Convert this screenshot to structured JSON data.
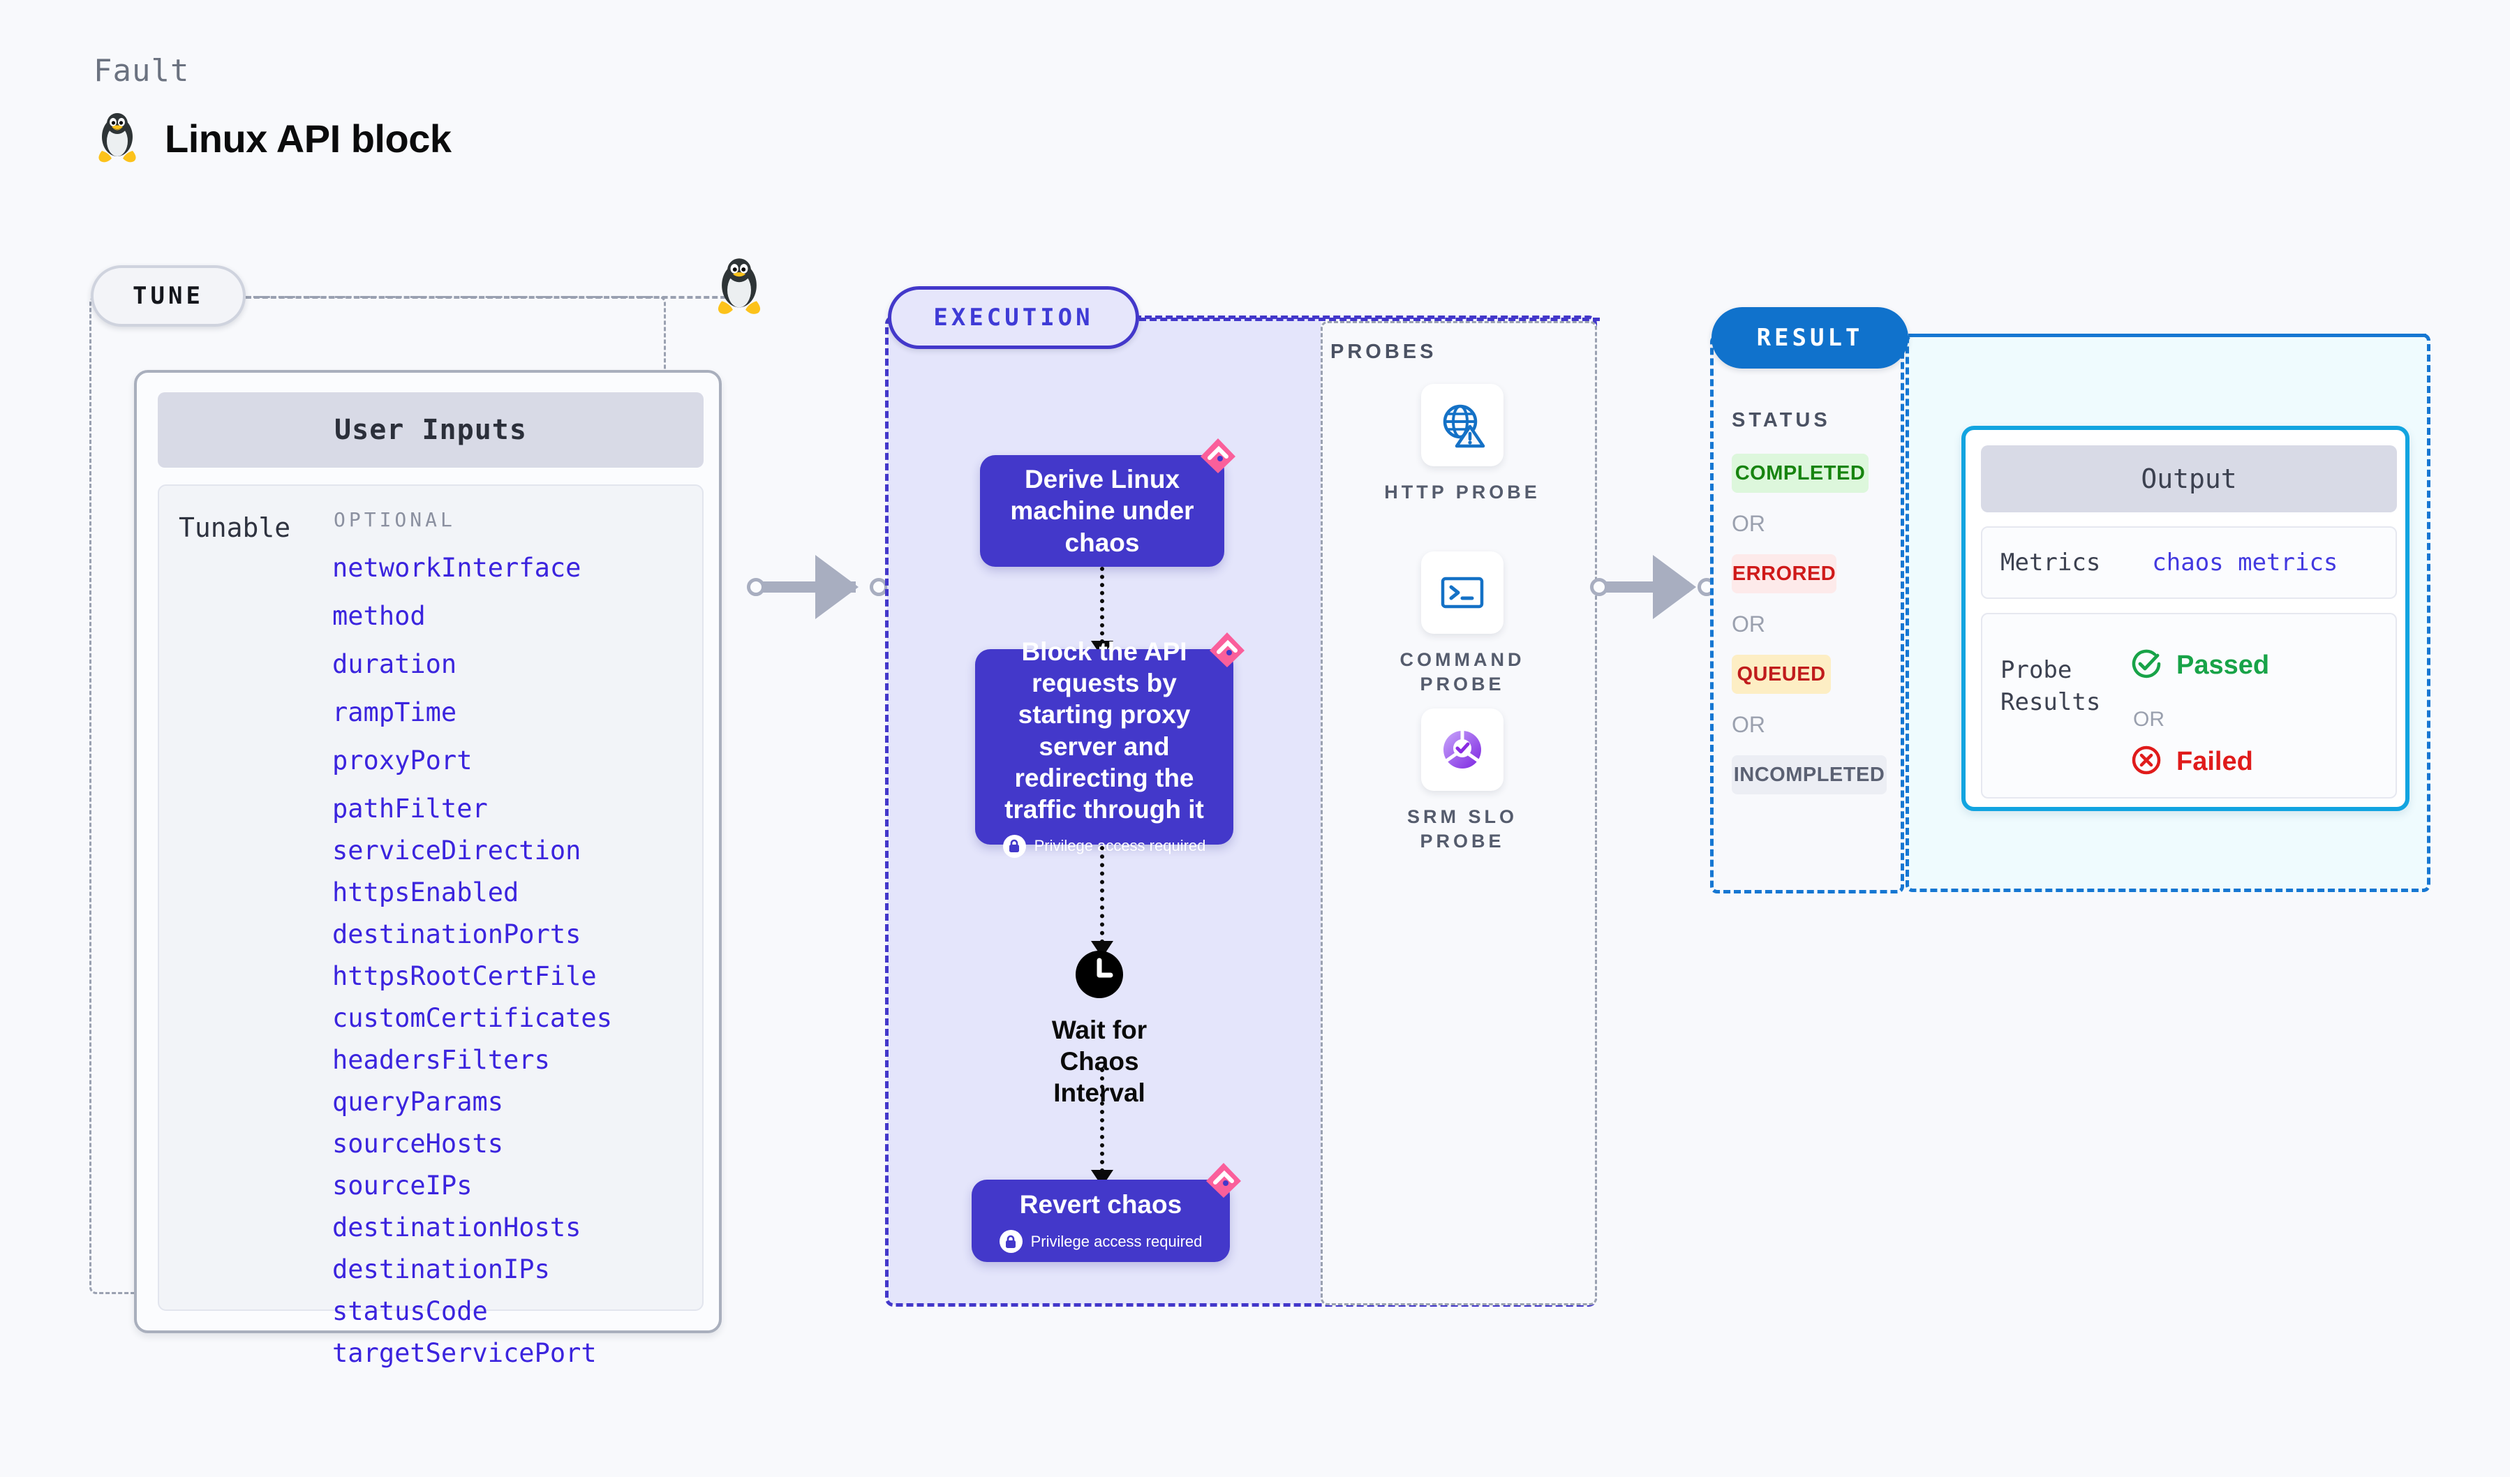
{
  "header": {
    "kicker": "Fault",
    "title": "Linux API block",
    "icon": "linux-penguin-icon"
  },
  "tune": {
    "pill_label": "TUNE",
    "user_inputs_title": "User Inputs",
    "tunable_label": "Tunable",
    "optional_label": "OPTIONAL",
    "tunables": [
      "networkInterface",
      "method",
      "duration",
      "rampTime",
      "proxyPort",
      "pathFilter",
      "serviceDirection",
      "httpsEnabled",
      "destinationPorts",
      "httpsRootCertFile",
      "customCertificates",
      "headersFilters",
      "queryParams",
      "sourceHosts",
      "sourceIPs",
      "destinationHosts",
      "destinationIPs",
      "statusCode",
      "targetServicePort"
    ]
  },
  "execution": {
    "pill_label": "EXECUTION",
    "privilege_note": "Privilege access required",
    "steps": [
      {
        "title": "Derive Linux machine under chaos",
        "privileged": false,
        "badge": "chaos-corner-badge"
      },
      {
        "title": "Block the API requests by starting proxy server and redirecting the traffic through it",
        "privileged": true,
        "badge": "chaos-corner-badge"
      },
      {
        "title": "Wait for Chaos Interval",
        "type": "clock",
        "icon": "clock-icon"
      },
      {
        "title": "Revert chaos",
        "privileged": true,
        "badge": "chaos-corner-badge"
      }
    ],
    "probes": {
      "label": "PROBES",
      "items": [
        {
          "caption": "HTTP PROBE",
          "icon": "globe-warning-icon"
        },
        {
          "caption": "COMMAND PROBE",
          "icon": "terminal-icon"
        },
        {
          "caption": "SRM SLO PROBE",
          "icon": "srm-slo-donut-icon"
        }
      ]
    }
  },
  "result": {
    "pill_label": "RESULT",
    "status_label": "STATUS",
    "or_label": "OR",
    "statuses": [
      {
        "label": "COLOR-SENTINEL",
        "text": "COMPLETED",
        "fg": "#17840f",
        "bg": "#ddf7dc"
      },
      {
        "label": "COLOR-SENTINEL",
        "text": "ERRORED",
        "fg": "#cf1a1a",
        "bg": "#fdeaea"
      },
      {
        "label": "COLOR-SENTINEL",
        "text": "QUEUED",
        "fg": "#c01c1c",
        "bg": "#fdeec4"
      },
      {
        "label": "COLOR-SENTINEL",
        "text": "INCOMPLETED",
        "fg": "#5b6173",
        "bg": "#eceef4"
      }
    ],
    "output": {
      "title": "Output",
      "metrics_label": "Metrics",
      "metrics_value": "chaos metrics",
      "probe_results_label": "Probe\nResults",
      "passed_text": "Passed",
      "failed_text": "Failed",
      "or_label": "OR",
      "passed_color": "#18a348",
      "failed_color": "#e01b1b"
    }
  },
  "colors": {
    "canvas": "#f8f9fc",
    "tune_border": "#9aa1b1",
    "execution_accent": "#4338ca",
    "execution_fill": "#e4e5fb",
    "result_accent": "#1677d2",
    "output_accent": "#12a4e0",
    "tunable_text": "#3b24de",
    "badge_pink": "#fa5f9b"
  }
}
